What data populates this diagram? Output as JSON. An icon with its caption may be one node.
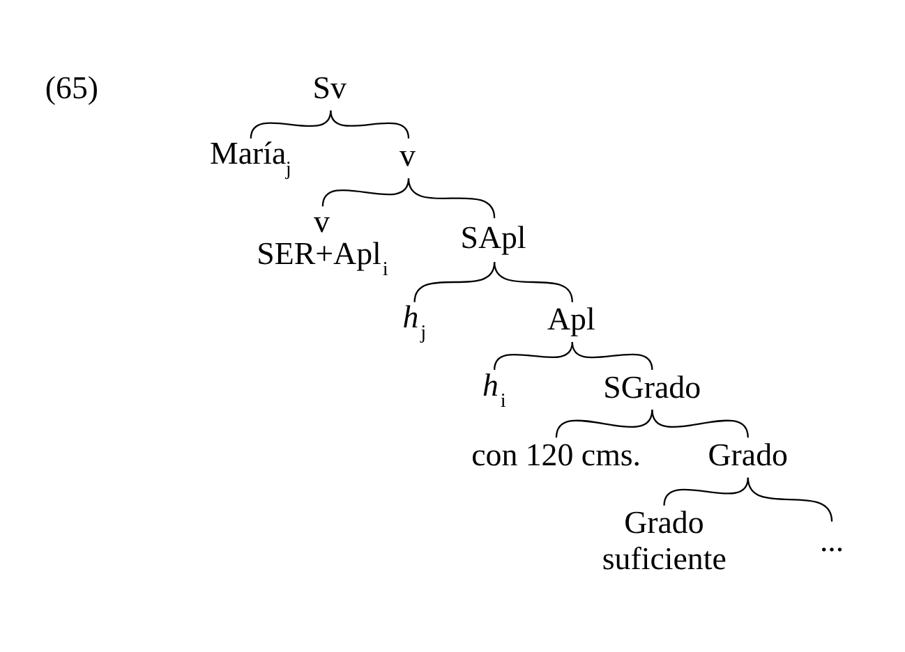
{
  "diagram": {
    "nodes": [
      {
        "text": [
          "Sv"
        ]
      },
      {
        "text": [
          "María$_{j}$"
        ]
      },
      {
        "text": [
          "v"
        ]
      },
      {
        "text": [
          "v",
          "SER+Apl$_{i}$"
        ]
      },
      {
        "text": [
          "SApl"
        ]
      },
      {
        "text": [
          "*h*$_{j}$"
        ]
      },
      {
        "text": [
          "Apl"
        ]
      },
      {
        "text": [
          "*h*$_{i}$"
        ]
      },
      {
        "text": [
          "SGrado"
        ]
      },
      {
        "text": [
          "con 120 cms."
        ]
      },
      {
        "text": [
          "Grado"
        ]
      },
      {
        "text": [
          "Grado",
          "suficiente"
        ]
      },
      {
        "text": [
          "..."
        ]
      }
    ],
    "edges": [
      {
        "from": 0,
        "to": 1,
        "arrow": "none"
      },
      {
        "from": 0,
        "to": 2,
        "arrow": "none"
      },
      {
        "from": 2,
        "to": 3,
        "arrow": "none"
      },
      {
        "from": 2,
        "to": 4,
        "arrow": "none"
      },
      {
        "from": 4,
        "to": 5,
        "arrow": "none"
      },
      {
        "from": 4,
        "to": 6,
        "arrow": "none"
      },
      {
        "from": 6,
        "to": 7,
        "arrow": "none"
      },
      {
        "from": 6,
        "to": 8,
        "arrow": "none"
      },
      {
        "from": 8,
        "to": 9,
        "arrow": "none"
      },
      {
        "from": 8,
        "to": 10,
        "arrow": "none"
      },
      {
        "from": 10,
        "to": 11,
        "arrow": "none"
      },
      {
        "from": 10,
        "to": 12,
        "arrow": "none"
      }
    ],
    "labels": [
      "(65)"
    ]
  }
}
